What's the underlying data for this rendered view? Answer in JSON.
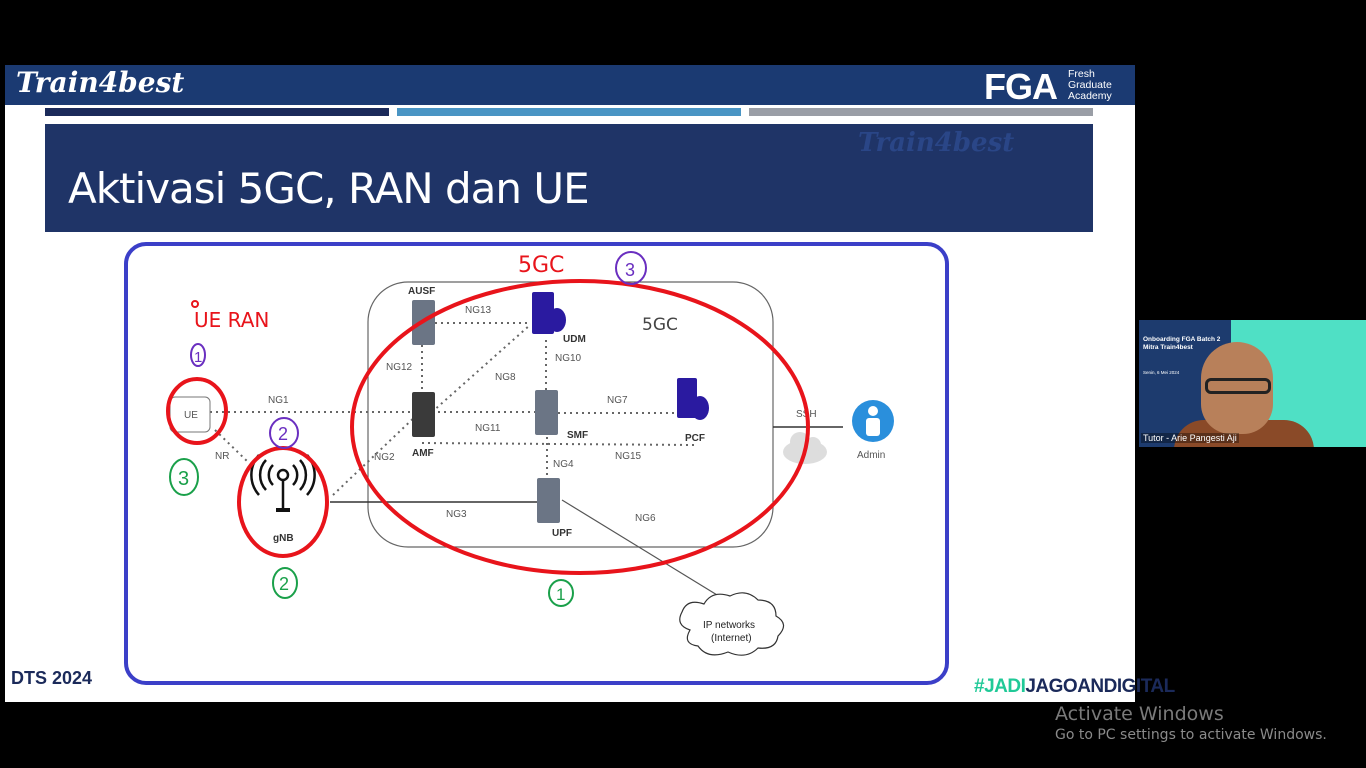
{
  "header": {
    "brand": "Train4best",
    "fga_logo": "FGA",
    "fga_subtitle": "Fresh Graduate Academy",
    "watermark": "Train4best"
  },
  "colors": {
    "bar_navy": "#1b2a5a",
    "bar_lightblue": "#4a95c4",
    "bar_gray": "#9a9ea6",
    "annot_red": "#e8141b",
    "annot_purple": "#6a2fc0",
    "annot_green": "#1aa04a",
    "frame_blue": "#3b3fc8"
  },
  "slide": {
    "title": "Aktivasi 5GC, RAN dan UE",
    "footer_left": "DTS 2024",
    "hashtag_a": "#JADI",
    "hashtag_b": "JAGOANDIGITAL"
  },
  "diagram": {
    "core_label": "5GC",
    "nodes": {
      "ue": "UE",
      "gnb": "gNB",
      "ausf": "AUSF",
      "udm": "UDM",
      "amf": "AMF",
      "smf": "SMF",
      "pcf": "PCF",
      "upf": "UPF",
      "admin": "Admin",
      "ip": "IP networks",
      "ip2": "(Internet)"
    },
    "links": {
      "ng1": "NG1",
      "nr": "NR",
      "ng2": "NG2",
      "ng3": "NG3",
      "ng4": "NG4",
      "ng6": "NG6",
      "ng7": "NG7",
      "ng8": "NG8",
      "ng10": "NG10",
      "ng11": "NG11",
      "ng12": "NG12",
      "ng13": "NG13",
      "ng15": "NG15",
      "ssh": "SSH"
    },
    "annotations": {
      "red_5gc": "5GC",
      "red_ueran": "UE RAN",
      "purple_1": "1",
      "purple_2": "2",
      "purple_3": "3",
      "green_1": "1",
      "green_2": "2",
      "green_3": "3"
    }
  },
  "webcam": {
    "slide_title": "Onboarding FGA Batch 2 Mitra Train4best",
    "slide_date": "Senin, 6 Mei 2024",
    "name": "Tutor - Arie Pangesti Aji"
  },
  "os_notice": {
    "title": "Activate Windows",
    "message": "Go to PC settings to activate Windows."
  }
}
